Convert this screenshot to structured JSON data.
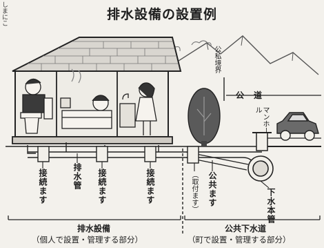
{
  "title": "排水設備の設置例",
  "edge_text": "しまにこ",
  "labels": {
    "boundary": "公私境界",
    "road": "公道",
    "manhole": "マンホール",
    "connect_1": "接続ます",
    "drain_pipe": "排水管",
    "connect_2": "接続ます",
    "connect_3": "接続ます",
    "torituke": "（取付ます）",
    "public_masu": "公共ます",
    "main_pipe": "下水本管"
  },
  "footer": {
    "private_title": "排水設備",
    "private_sub": "（個人で設置・管理する部分）",
    "public_title": "公共下水道",
    "public_sub": "（町で設置・管理する部分）"
  }
}
